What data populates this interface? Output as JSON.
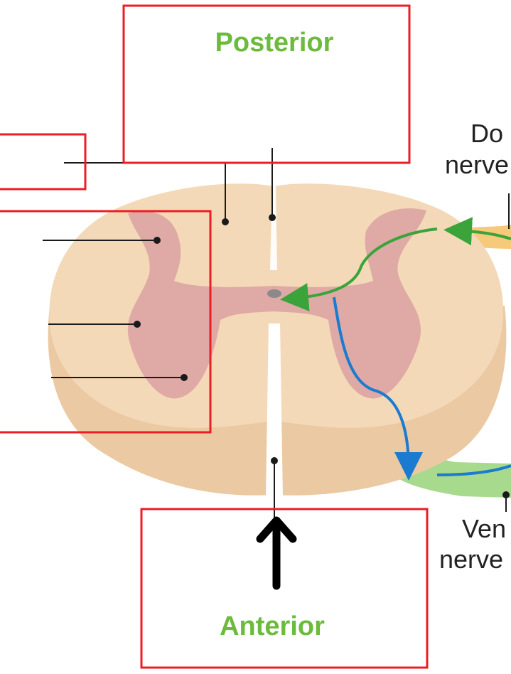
{
  "labels": {
    "posterior": "Posterior",
    "anterior": "Anterior",
    "dorsal_root_line1": "Do",
    "dorsal_root_line2": "nerve",
    "ventral_root_line1": "Ven",
    "ventral_root_line2": "nerve"
  },
  "colors": {
    "white_matter": "#f4d9b8",
    "white_matter_side": "#ebcaa3",
    "gray_matter": "#dfa9a6",
    "dorsal_root": "#f7c97a",
    "ventral_root": "#a7da8c",
    "sensory_arrow": "#3aa43a",
    "motor_arrow": "#1a7bd1",
    "label_box": "#ee1c24",
    "label_green": "#6cbb3c",
    "leader_line": "#1a1a1a"
  }
}
